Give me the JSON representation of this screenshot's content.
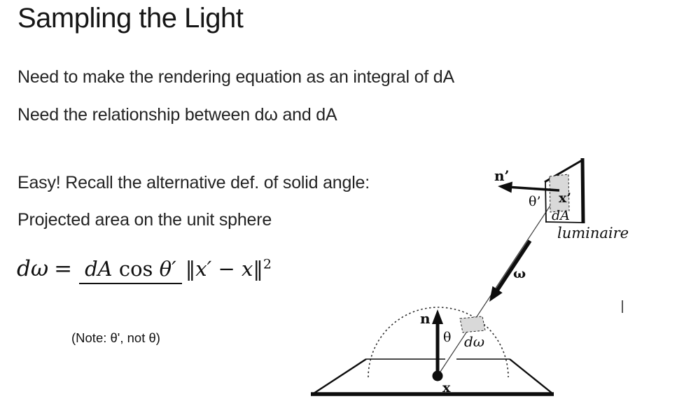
{
  "slide": {
    "title": "Sampling the Light",
    "lines": [
      "Need to make the rendering equation as an integral of dA",
      "Need the relationship between dω and dA",
      "Easy! Recall the alternative def. of solid angle:",
      "Projected area on the unit sphere"
    ],
    "note": "(Note: θ', not θ)"
  },
  "formula": {
    "lhs": "dω",
    "equals": "=",
    "num_dA": "dA",
    "num_cos": "cos",
    "num_theta": "θ′",
    "den_body": "‖x′ − x‖",
    "den_sup": "2"
  },
  "diagram": {
    "labels": {
      "n_prime": "n’",
      "theta_prime": "θ’",
      "x_prime": "x’",
      "dA": "dA",
      "luminaire": "luminaire",
      "omega": "ω",
      "n": "n",
      "theta": "θ",
      "d_omega": "dω",
      "x": "x"
    },
    "colors": {
      "ink": "#111111",
      "patch_fill": "#d9d9d9",
      "dash_stroke": "#2e2e2e"
    }
  }
}
